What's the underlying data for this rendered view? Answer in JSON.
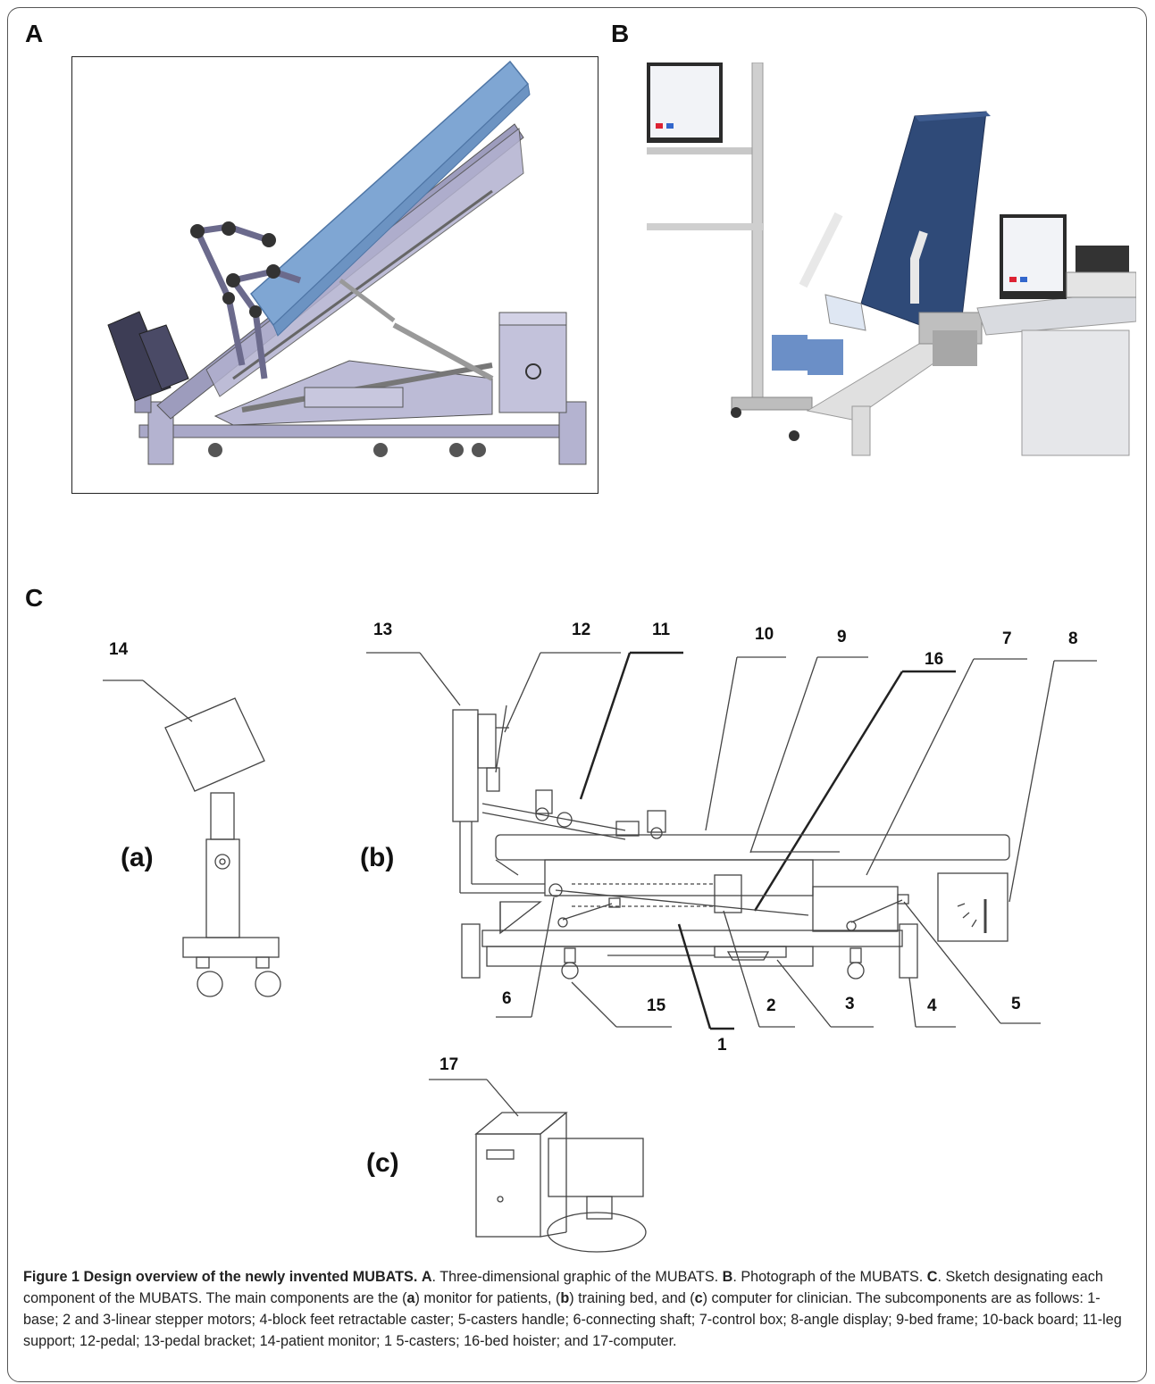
{
  "panels": {
    "a_letter": "A",
    "b_letter": "B",
    "c_letter": "C"
  },
  "sketch": {
    "sub_a": "(a)",
    "sub_b": "(b)",
    "sub_c": "(c)",
    "numbers": {
      "n1": "1",
      "n2": "2",
      "n3": "3",
      "n4": "4",
      "n5": "5",
      "n6": "6",
      "n7": "7",
      "n8": "8",
      "n9": "9",
      "n10": "10",
      "n11": "11",
      "n12": "12",
      "n13": "13",
      "n14": "14",
      "n15": "15",
      "n16": "16",
      "n17": "17"
    }
  },
  "caption": {
    "lead": "Figure 1 Design overview of the newly invented MUBATS.",
    "a": "A",
    "a_text": ". Three-dimensional graphic of the MUBATS. ",
    "b": "B",
    "b_text": ". Photograph of the MUBATS. ",
    "c": "C",
    "c_text": ". Sketch designating each component of the MUBATS. The main components are the (",
    "sa": "a",
    "sa_text": ") monitor for patients, (",
    "sb": "b",
    "sb_text": ") training bed, and (",
    "sc": "c",
    "sc_text": ") computer for clinician. The subcomponents are as follows: 1-base; 2 and 3-linear stepper motors; 4-block feet retractable caster; 5-casters handle; 6-connecting shaft; 7-control box; 8-angle display; 9-bed frame; 10-back board; 11-leg support; 12-pedal; 13-pedal bracket; 14-patient monitor; 1 5-casters; 16-bed hoister; and 17-computer."
  },
  "colors": {
    "bed_blue": "#7fa6d3",
    "frame_purple": "#aaa9c9",
    "photo_navy": "#2f4a78"
  }
}
